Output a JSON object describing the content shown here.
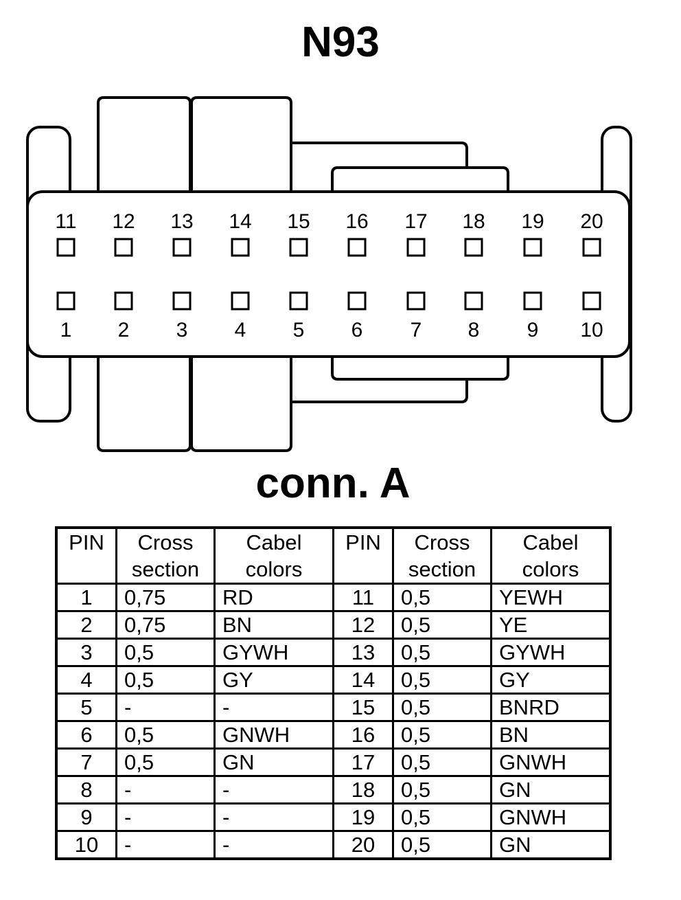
{
  "title": "N93",
  "connector_label": "conn. A",
  "pins_top": [
    "11",
    "12",
    "13",
    "14",
    "15",
    "16",
    "17",
    "18",
    "19",
    "20"
  ],
  "pins_bottom": [
    "1",
    "2",
    "3",
    "4",
    "5",
    "6",
    "7",
    "8",
    "9",
    "10"
  ],
  "table": {
    "headers": [
      "PIN",
      "Cross\nsection",
      "Cabel\ncolors",
      "PIN",
      "Cross\nsection",
      "Cabel\ncolors"
    ],
    "rows": [
      [
        "1",
        "0,75",
        "RD",
        "11",
        "0,5",
        "YEWH"
      ],
      [
        "2",
        "0,75",
        "BN",
        "12",
        "0,5",
        "YE"
      ],
      [
        "3",
        "0,5",
        "GYWH",
        "13",
        "0,5",
        "GYWH"
      ],
      [
        "4",
        "0,5",
        "GY",
        "14",
        "0,5",
        "GY"
      ],
      [
        "5",
        "-",
        "-",
        "15",
        "0,5",
        "BNRD"
      ],
      [
        "6",
        "0,5",
        "GNWH",
        "16",
        "0,5",
        "BN"
      ],
      [
        "7",
        "0,5",
        "GN",
        "17",
        "0,5",
        "GNWH"
      ],
      [
        "8",
        "-",
        "-",
        "18",
        "0,5",
        "GN"
      ],
      [
        "9",
        "-",
        "-",
        "19",
        "0,5",
        "GNWH"
      ],
      [
        "10",
        "-",
        "-",
        "20",
        "0,5",
        "GN"
      ]
    ]
  }
}
